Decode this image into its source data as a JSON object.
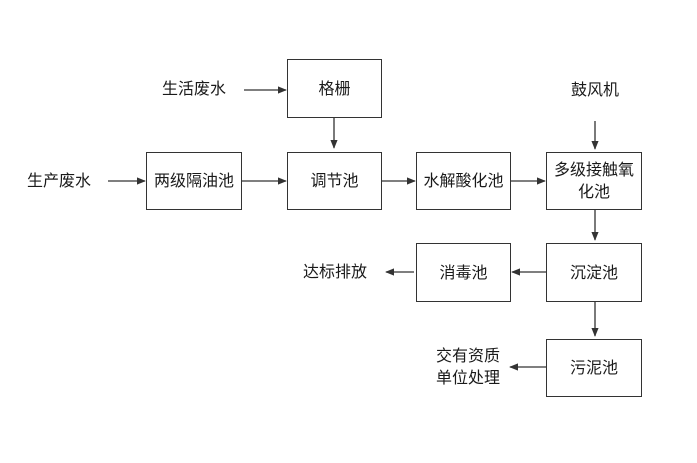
{
  "nodes": {
    "grille": "格栅",
    "oil_separator": "两级隔油池",
    "regulating_tank": "调节池",
    "hydrolysis_tank": "水解酸化池",
    "contact_oxidation": "多级接触氧\n化池",
    "sedimentation": "沉淀池",
    "disinfection": "消毒池",
    "sludge_tank": "污泥池"
  },
  "labels": {
    "domestic_wastewater": "生活废水",
    "production_wastewater": "生产废水",
    "blower": "鼓风机",
    "discharge": "达标排放",
    "sludge_disposal": "交有资质\n单位处理"
  },
  "colors": {
    "line": "#333333",
    "text": "#1a1a1a"
  }
}
